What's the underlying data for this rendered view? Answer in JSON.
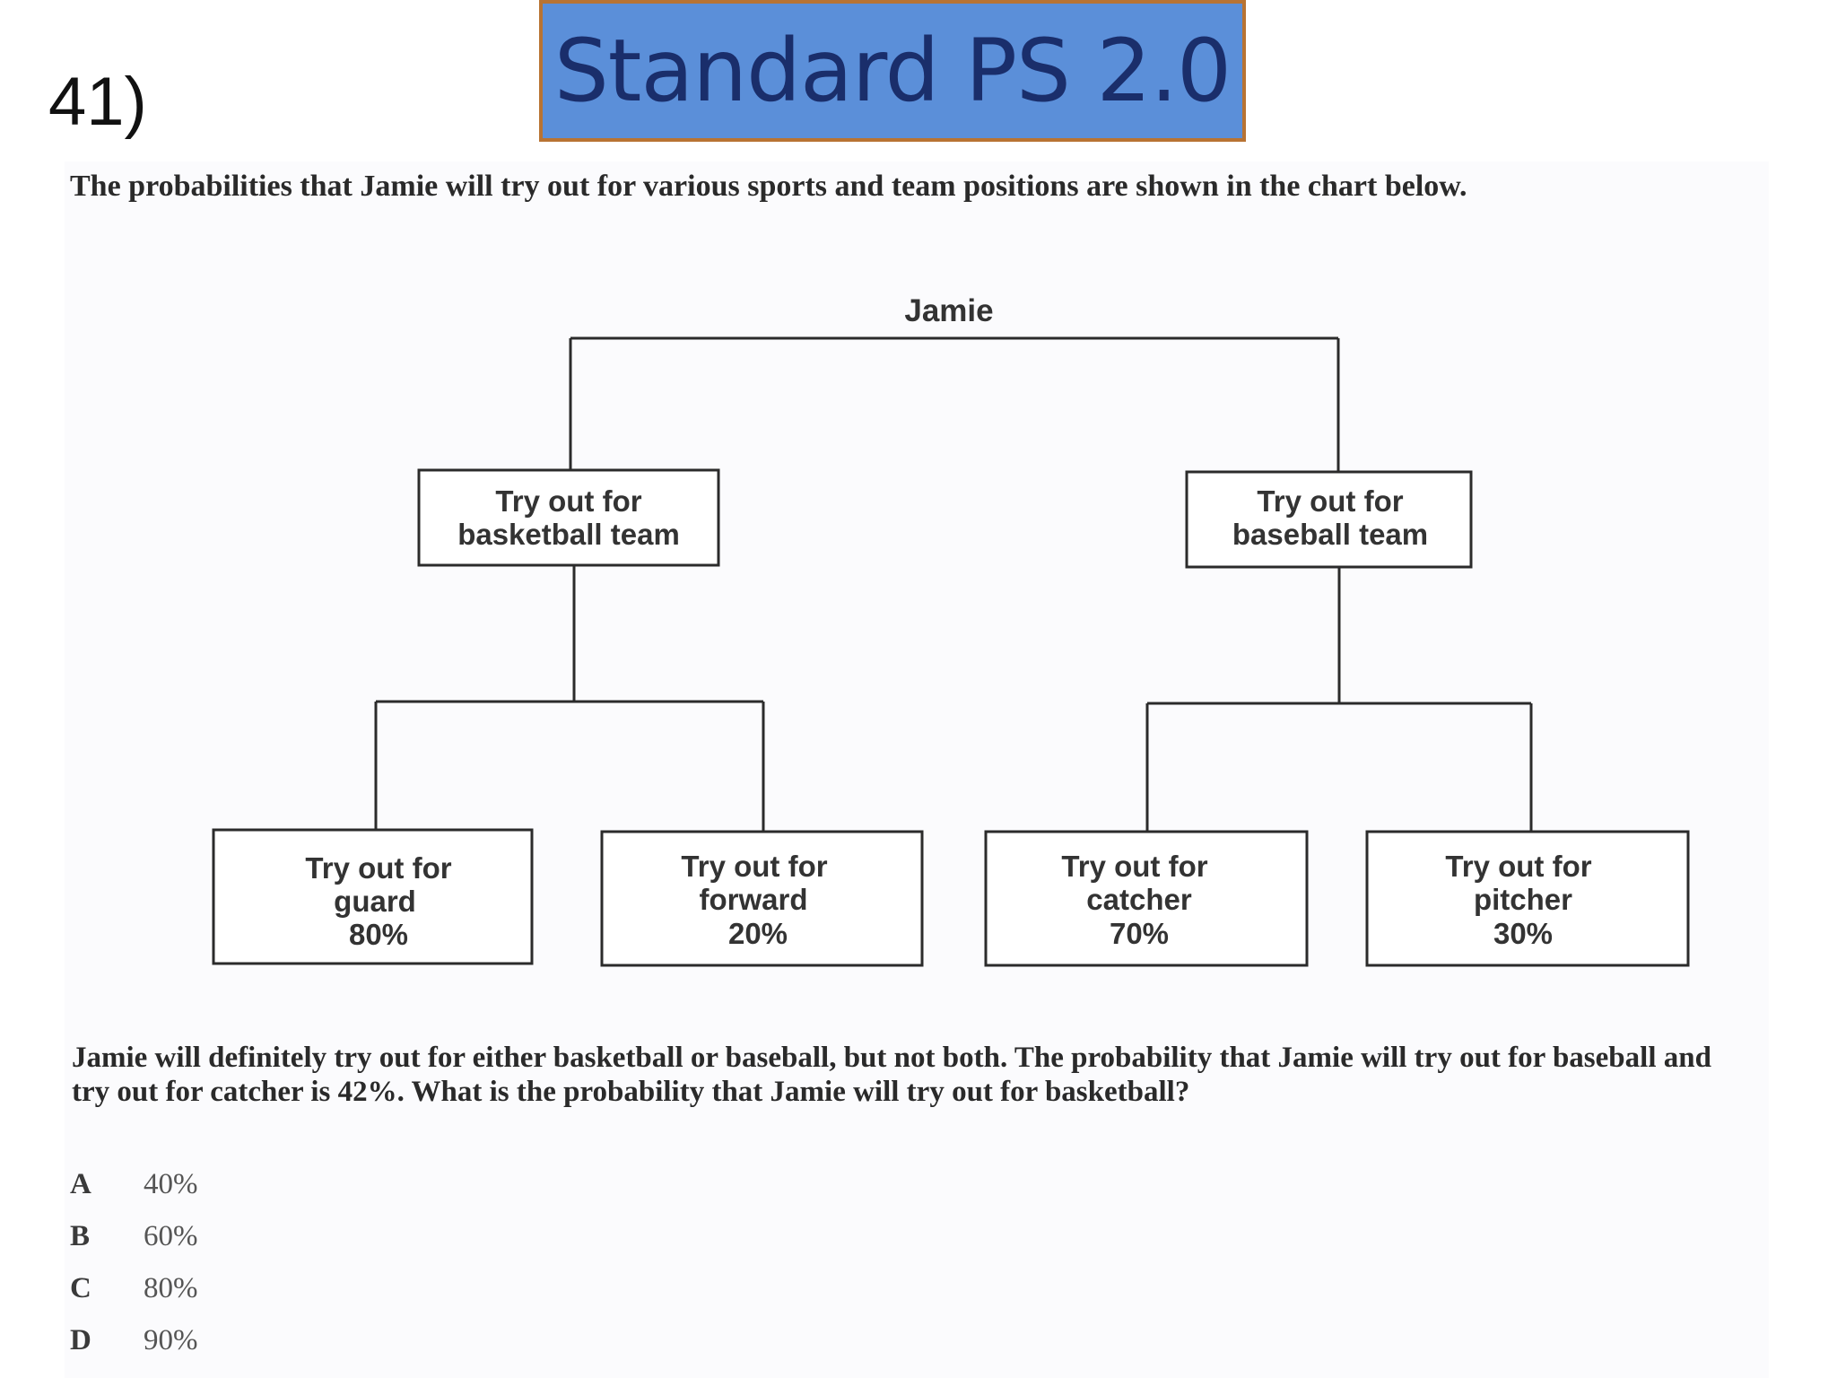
{
  "slide": {
    "question_number": "41)",
    "title": "Standard PS 2.0",
    "colors": {
      "title_fill": "#5b8fd9",
      "title_border": "#b87333",
      "title_text": "#1a2e6b"
    }
  },
  "intro": "The probabilities that Jamie will try out for various sports and team positions are shown in the chart below.",
  "tree": {
    "root": "Jamie",
    "basketball": {
      "line1": "Try out for",
      "line2": "basketball team",
      "children": [
        {
          "line1": "Try out for",
          "line2": "guard",
          "line3": "80%"
        },
        {
          "line1": "Try out for",
          "line2": "forward",
          "line3": "20%"
        }
      ]
    },
    "baseball": {
      "line1": "Try out for",
      "line2": "baseball team",
      "children": [
        {
          "line1": "Try out for",
          "line2": "catcher",
          "line3": "70%"
        },
        {
          "line1": "Try out for",
          "line2": "pitcher",
          "line3": "30%"
        }
      ]
    }
  },
  "question": "Jamie will definitely try out for either basketball or baseball, but not both. The probability that Jamie will try out for baseball and try out for catcher is 42%. What is the probability that Jamie will try out for basketball?",
  "choices": [
    {
      "letter": "A",
      "value": "40%"
    },
    {
      "letter": "B",
      "value": "60%"
    },
    {
      "letter": "C",
      "value": "80%"
    },
    {
      "letter": "D",
      "value": "90%"
    }
  ]
}
